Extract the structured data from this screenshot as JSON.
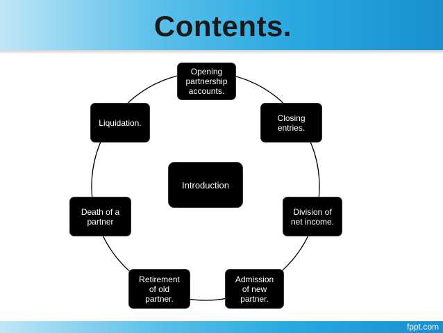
{
  "slide": {
    "title": "Contents.",
    "footer_brand": "fppt.com"
  },
  "diagram": {
    "center": "Introduction",
    "nodes": [
      "Opening\npartnership\naccounts.",
      "Closing\nentries.",
      "Division of\nnet income.",
      "Admission\nof new\npartner.",
      "Retirement\nof old\npartner.",
      "Death of a\npartner",
      "Liquidation."
    ]
  },
  "colors": {
    "header_light": "#bfe6f7",
    "header_dark": "#1a8fd0",
    "node_fill": "#000000",
    "node_text": "#ffffff",
    "ring_line": "#000000"
  }
}
